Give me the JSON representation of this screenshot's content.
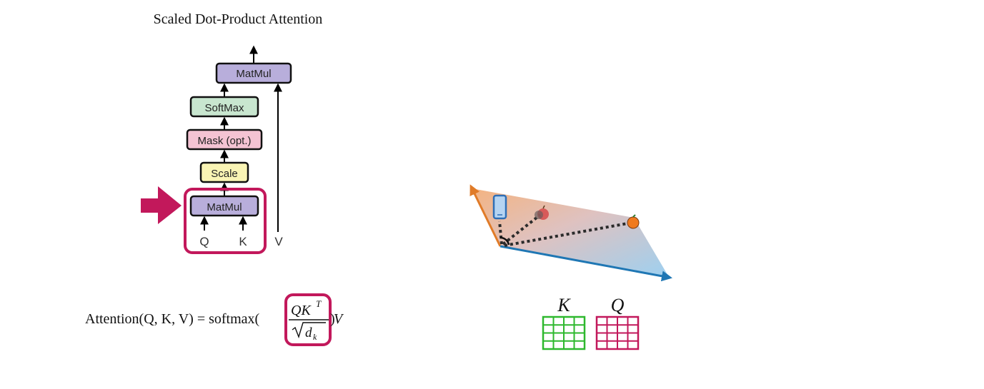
{
  "diagram": {
    "title": "Scaled Dot-Product Attention",
    "blocks": {
      "matmul_top": "MatMul",
      "softmax": "SoftMax",
      "mask": "Mask (opt.)",
      "scale": "Scale",
      "matmul_bottom": "MatMul"
    },
    "inputs": {
      "q": "Q",
      "k": "K",
      "v": "V"
    }
  },
  "formula": {
    "lhs": "Attention(Q, K, V) = softmax(",
    "numerator": "QK",
    "numerator_sup": "T",
    "denominator": "d",
    "denominator_sub": "k",
    "rhs_paren": ")",
    "rhs_v": "V"
  },
  "matrices": {
    "k_label": "K",
    "q_label": "Q"
  },
  "colors": {
    "block_purple": "#b8aedb",
    "block_green": "#c8e6cf",
    "block_pink": "#f4c3d3",
    "block_yellow": "#f9f4b4",
    "highlight": "#c2185b",
    "arrow_orange": "#e07b28",
    "arrow_blue": "#1f77b4",
    "matrix_green": "#2eb82e",
    "matrix_pink": "#c2185b"
  }
}
